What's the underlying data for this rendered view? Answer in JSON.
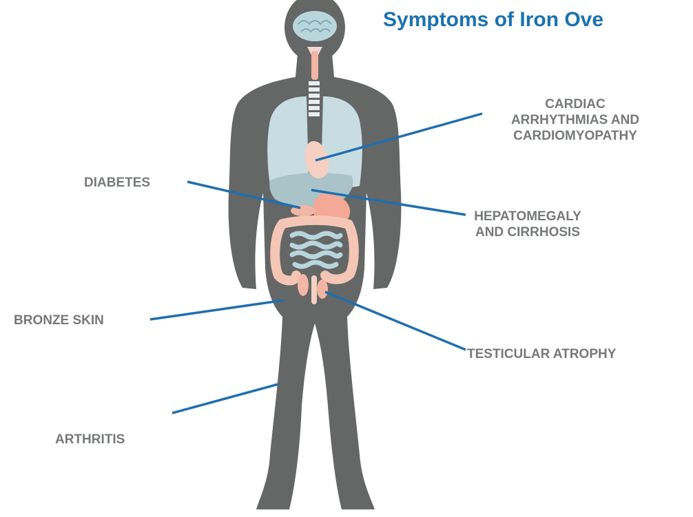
{
  "title": "Symptoms of Iron Ove",
  "labels": {
    "cardiac": [
      "CARDIAC",
      "ARRHYTHMIAS AND",
      "CARDIOMYOPATHY"
    ],
    "diabetes": "DIABETES",
    "hepatomegaly": [
      "HEPATOMEGALY",
      "AND CIRRHOSIS"
    ],
    "bronze_skin": "BRONZE SKIN",
    "testicular": "TESTICULAR ATROPHY",
    "arthritis": "ARTHRITIS"
  },
  "colors": {
    "title": "#1a72b0",
    "label_text": "#76787a",
    "leader_line": "#1f6fae",
    "body": "#646766",
    "lungs": "#c7dde2",
    "organs": "#f3b5a4",
    "brain": "#b9d6dd"
  }
}
